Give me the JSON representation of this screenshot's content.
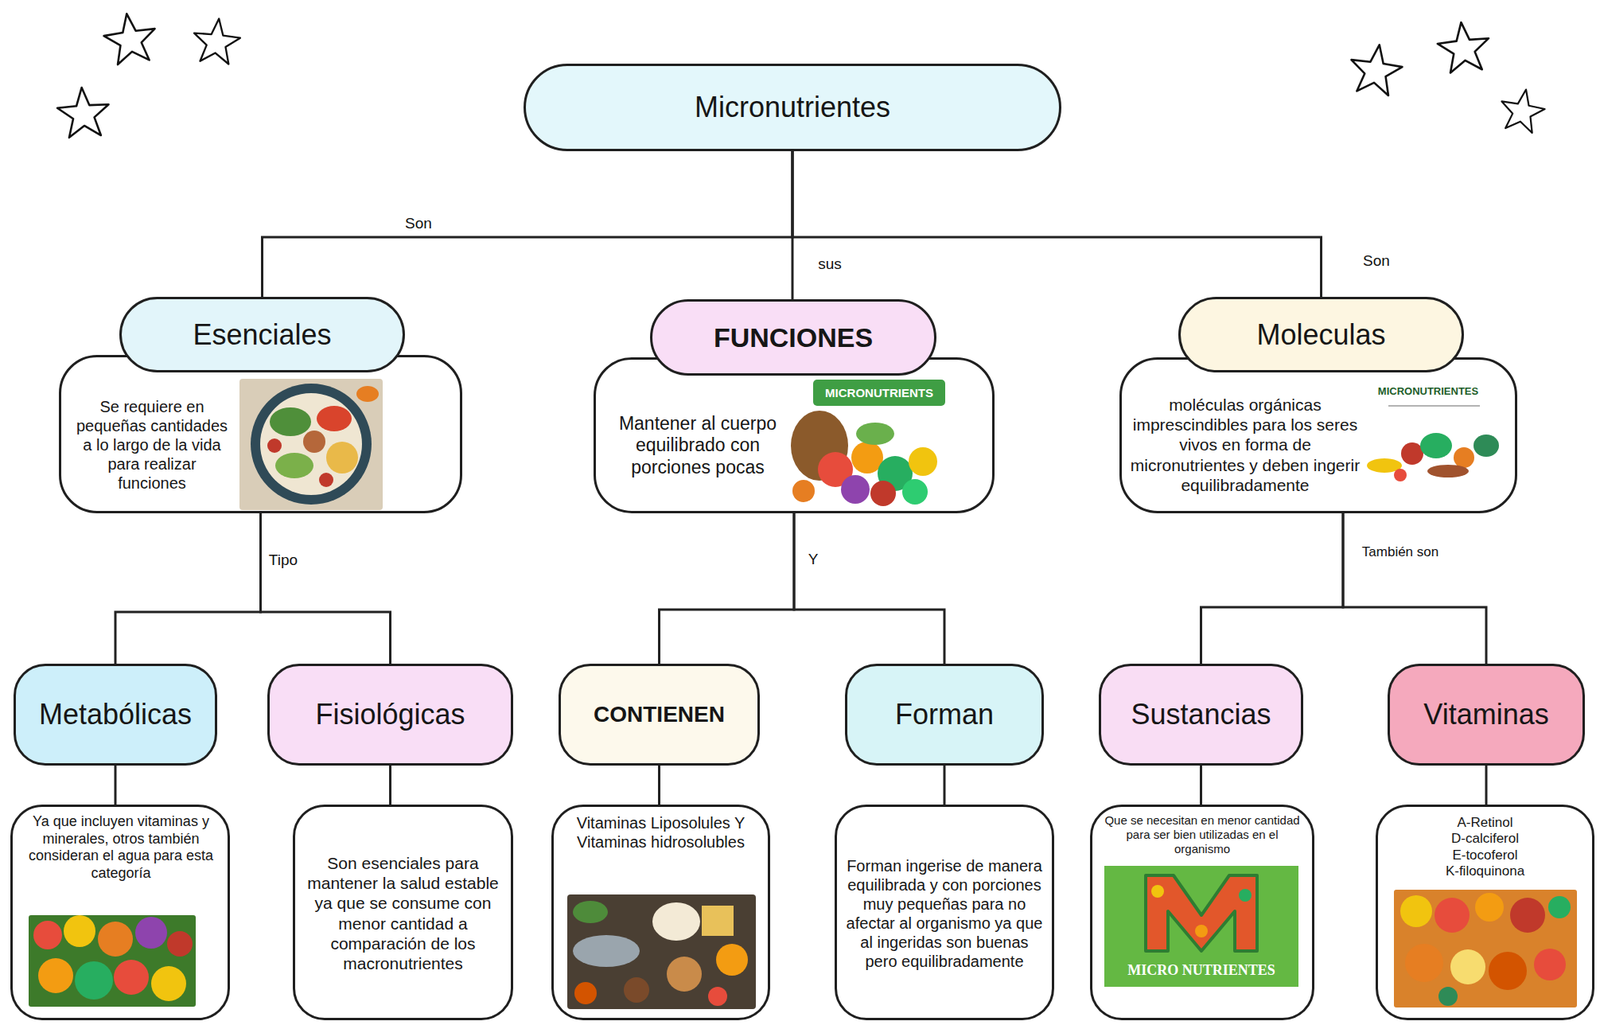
{
  "diagram": {
    "nodes": [
      {
        "text": [
          "Micronutrientes"
        ]
      },
      {
        "text": [
          "Esenciales"
        ]
      },
      {
        "text": [
          "Se requiere en pequeñas cantidades a lo largo de la vida para realizar funciones"
        ]
      },
      {
        "text": [
          "FUNCIONES"
        ]
      },
      {
        "text": [
          "Mantener al cuerpo equilibrado con porciones pocas"
        ]
      },
      {
        "text": [
          "Moleculas"
        ]
      },
      {
        "text": [
          "moléculas orgánicas imprescindibles para los seres vivos en forma de micronutrientes y deben ingerir equilibradamente"
        ]
      },
      {
        "text": [
          "Metabólicas"
        ]
      },
      {
        "text": [
          "Ya que incluyen vitaminas y minerales, otros también consideran el agua para esta categoría"
        ]
      },
      {
        "text": [
          "Fisiológicas"
        ]
      },
      {
        "text": [
          "Son esenciales para mantener la salud estable ya que se consume con menor cantidad a comparación de los macronutrientes"
        ]
      },
      {
        "text": [
          "CONTIENEN"
        ]
      },
      {
        "text": [
          "Vitaminas Liposolules Y Vitaminas hidrosolubles"
        ]
      },
      {
        "text": [
          "Forman"
        ]
      },
      {
        "text": [
          "Forman ingerise de manera equilibrada y con porciones muy pequeñas para no afectar al organismo ya que al ingeridas son buenas pero equilibradamente"
        ]
      },
      {
        "text": [
          "Sustancias"
        ]
      },
      {
        "text": [
          "Que se necesitan en menor cantidad para ser bien utilizadas en el organismo"
        ]
      },
      {
        "text": [
          "Vitaminas"
        ]
      },
      {
        "text": [
          "A-Retinol",
          "D-calciferol",
          "E-tocoferol",
          "K-filoquinona"
        ]
      }
    ],
    "edges": [
      {
        "from": 0,
        "to": 1,
        "arrow": "none",
        "label": "Son"
      },
      {
        "from": 0,
        "to": 3,
        "arrow": "none",
        "label": "sus"
      },
      {
        "from": 0,
        "to": 5,
        "arrow": "none",
        "label": "Son"
      },
      {
        "from": 2,
        "to": 7,
        "arrow": "none",
        "label": "Tipo"
      },
      {
        "from": 2,
        "to": 9,
        "arrow": "none"
      },
      {
        "from": 4,
        "to": 11,
        "arrow": "none",
        "label": "Y"
      },
      {
        "from": 4,
        "to": 13,
        "arrow": "none"
      },
      {
        "from": 6,
        "to": 15,
        "arrow": "none",
        "label": "También son"
      },
      {
        "from": 6,
        "to": 17,
        "arrow": "none"
      },
      {
        "from": 7,
        "to": 8,
        "arrow": "none"
      },
      {
        "from": 9,
        "to": 10,
        "arrow": "none"
      },
      {
        "from": 11,
        "to": 12,
        "arrow": "none"
      },
      {
        "from": 13,
        "to": 14,
        "arrow": "none"
      },
      {
        "from": 15,
        "to": 16,
        "arrow": "none"
      },
      {
        "from": 17,
        "to": 18,
        "arrow": "none"
      }
    ],
    "labels": [
      "MICRONUTRIENTS",
      "MICRONUTRIENTES",
      "MICRO NUTRIENTES"
    ]
  }
}
